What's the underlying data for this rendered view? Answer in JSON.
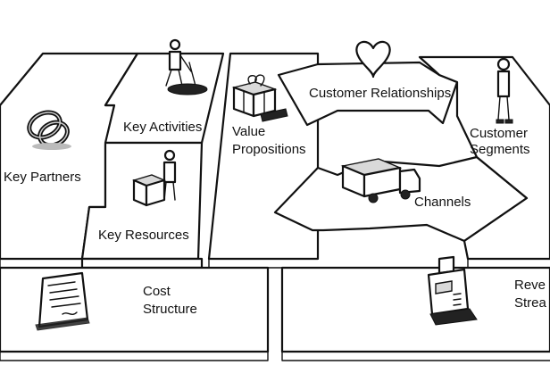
{
  "blocks": {
    "key_partners": "Key Partners",
    "key_activities": "Key Activities",
    "key_resources": "Key Resources",
    "value_propositions_1": "Value",
    "value_propositions_2": "Propositions",
    "customer_relationships": "Customer Relationships",
    "channels": "Channels",
    "customer_segments_1": "Customer",
    "customer_segments_2": "Segments",
    "cost_structure_1": "Cost",
    "cost_structure_2": "Structure",
    "revenue_streams_1": "Reve",
    "revenue_streams_2": "Strea"
  },
  "icons": {
    "key_partners": "interlocked-rings-icon",
    "key_activities": "person-digging-icon",
    "key_resources": "person-with-crates-icon",
    "value_propositions": "gift-box-icon",
    "customer_relationships": "heart-icon",
    "channels": "delivery-truck-icon",
    "customer_segments": "standing-person-icon",
    "cost_structure": "receipt-document-icon",
    "revenue_streams": "cash-register-icon"
  }
}
